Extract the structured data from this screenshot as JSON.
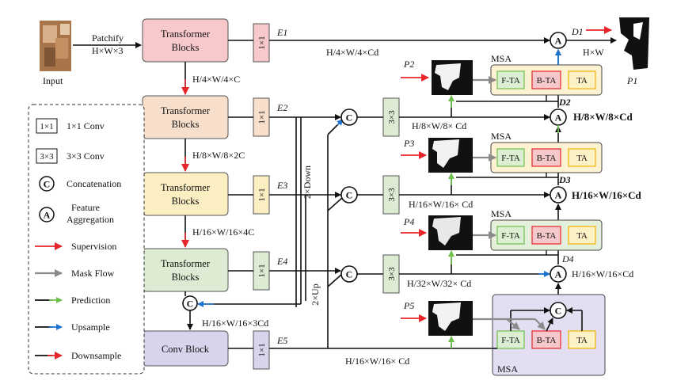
{
  "colors": {
    "block1": "#f7c9cb",
    "block2": "#f8dfcc",
    "block3": "#fbeec3",
    "block4": "#dcebd2",
    "conv": "#d9d4ec",
    "msa_yellow": "#fdf2d2",
    "msa_green": "#e5f0dc",
    "msa_purple": "#e4def2",
    "fta": "#dcefd2",
    "bta": "#f5c9cc",
    "ta": "#fdf2c6",
    "supervision": "#e8262a",
    "mask_flow": "#8a8a8a",
    "prediction": "#6fbf4e",
    "upsample": "#1b75d0",
    "downsample": "#e8262a"
  },
  "diagram": {
    "input_label": "Input",
    "patchify": "Patchify",
    "input_size": "H×W×3",
    "transformer_line1": "Transformer",
    "transformer_line2": "Blocks",
    "conv_block": "Conv Block",
    "conv1x1": "1×1",
    "conv3x3": "3×3",
    "concat_symbol": "C",
    "agg_symbol": "A",
    "msa": "MSA",
    "fta": "F-TA",
    "bta": "B-TA",
    "ta": "TA",
    "size_hw4c": "H/4×W/4×C",
    "size_hw8_2c": "H/8×W/8×2C",
    "size_hw16_4c": "H/16×W/16×4C",
    "size_hw16_3cd": "H/16×W/16×3Cd",
    "size_e1": "H/4×W/4×Cd",
    "size_c2": "H/8×W/8× Cd",
    "size_c3": "H/16×W/16× Cd",
    "size_c4": "H/32×W/32× Cd",
    "size_e5": "H/16×W/16× Cd",
    "size_d2": "H/8×W/8×Cd",
    "size_d3": "H/16×W/16×Cd",
    "size_d4": "H/16×W/16×Cd",
    "out_size": "H×W",
    "down2": "2×Down",
    "up2": "2×Up",
    "e1": "E1",
    "e2": "E2",
    "e3": "E3",
    "e4": "E4",
    "e5": "E5",
    "d1": "D1",
    "d2": "D2",
    "d3": "D3",
    "d4": "D4",
    "p1": "P1",
    "p2": "P2",
    "p3": "P3",
    "p4": "P4",
    "p5": "P5"
  },
  "legend": {
    "conv1": "1×1 Conv",
    "conv3": "3×3 Conv",
    "concat": "Concatenation",
    "agg1": "Feature",
    "agg2": "Aggregation",
    "supervision": "Supervision",
    "mask_flow": "Mask Flow",
    "prediction": "Prediction",
    "upsample": "Upsample",
    "downsample": "Downsample"
  }
}
